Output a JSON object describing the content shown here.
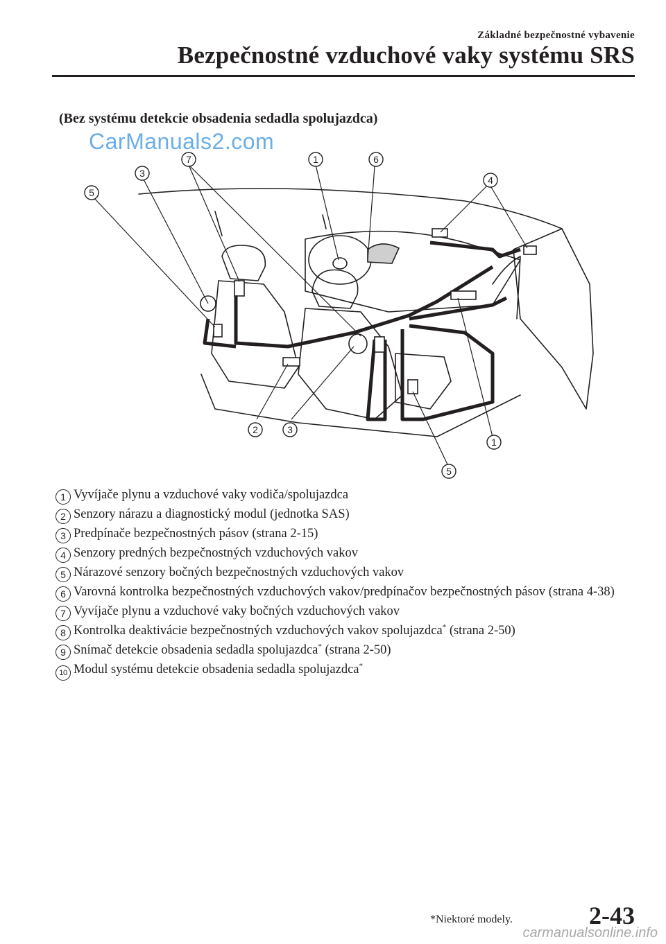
{
  "header": {
    "section": "Základné bezpečnostné vybavenie",
    "title": "Bezpečnostné vzduchové vaky systému SRS"
  },
  "subtitle": "(Bez systému detekcie obsadenia sedadla spolujazdca)",
  "watermark": "CarManuals2.com",
  "callouts": [
    "7",
    "1",
    "6",
    "3",
    "5",
    "4",
    "2",
    "3",
    "1",
    "5"
  ],
  "legend": [
    {
      "num": "1",
      "text": "Vyvíjače plynu a vzduchové vaky vodiča/spolujazdca"
    },
    {
      "num": "2",
      "text": "Senzory nárazu a diagnostický modul (jednotka SAS)"
    },
    {
      "num": "3",
      "text": "Predpínače bezpečnostných pásov (strana 2-15)"
    },
    {
      "num": "4",
      "text": "Senzory predných bezpečnostných vzduchových vakov"
    },
    {
      "num": "5",
      "text": "Nárazové senzory bočných bezpečnostných vzduchových vakov"
    },
    {
      "num": "6",
      "text": "Varovná kontrolka bezpečnostných vzduchových vakov/predpínačov bezpečnostných pásov (strana 4-38)"
    },
    {
      "num": "7",
      "text": "Vyvíjače plynu a vzduchové vaky bočných vzduchových vakov"
    },
    {
      "num": "8",
      "text": "Kontrolka deaktivácie bezpečnostných vzduchových vakov spolujazdca",
      "star": "*",
      "tail": " (strana 2-50)"
    },
    {
      "num": "9",
      "text": "Snímač detekcie obsadenia sedadla spolujazdca",
      "star": "*",
      "tail": " (strana 2-50)"
    },
    {
      "num": "10",
      "text": "Modul systému detekcie obsadenia sedadla spolujazdca",
      "star": "*",
      "tail": ""
    }
  ],
  "footnote": "*Niektoré modely.",
  "page_number": "2-43",
  "footer_watermark": "carmanualsonline.info"
}
